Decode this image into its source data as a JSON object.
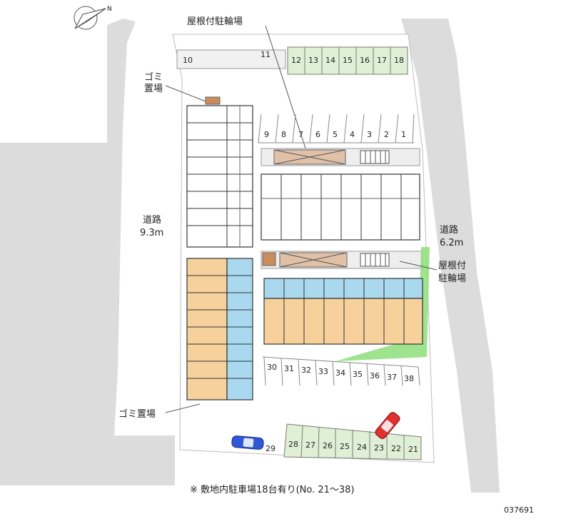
{
  "labels": {
    "covered_bike_top": "屋根付駐輪場",
    "garbage_top_line1": "ゴミ",
    "garbage_top_line2": "置場",
    "road_left_line1": "道路",
    "road_left_line2": "9.3m",
    "road_right_line1": "道路",
    "road_right_line2": "6.2m",
    "covered_bike_right_line1": "屋根付",
    "covered_bike_right_line2": "駐輪場",
    "garbage_bottom": "ゴミ置場",
    "compass_letter": "N",
    "footer_note": "※ 敷地内駐車場18台有り(No. 21～38)",
    "ref_code": "037691"
  },
  "parking": {
    "top_left": [
      "10",
      "11"
    ],
    "top_green": [
      "12",
      "13",
      "14",
      "15",
      "16",
      "17",
      "18"
    ],
    "middle_row": [
      "9",
      "8",
      "7",
      "6",
      "5",
      "4",
      "3",
      "2",
      "1"
    ],
    "lower_row": [
      "30",
      "31",
      "32",
      "33",
      "34",
      "35",
      "36",
      "37",
      "38"
    ],
    "bottom_green": [
      "28",
      "27",
      "26",
      "25",
      "24",
      "23",
      "22",
      "21"
    ],
    "bottom_car": "29"
  },
  "colors": {
    "road": "#dcdcdc",
    "orange_units": "#f6d19c",
    "blue_units": "#a9d8ef",
    "green_slots": "#dff0d6",
    "green_area": "#8dde7a",
    "deck": "#e0c1a8",
    "car_red": "#e0312e",
    "car_blue": "#2f57d6"
  }
}
